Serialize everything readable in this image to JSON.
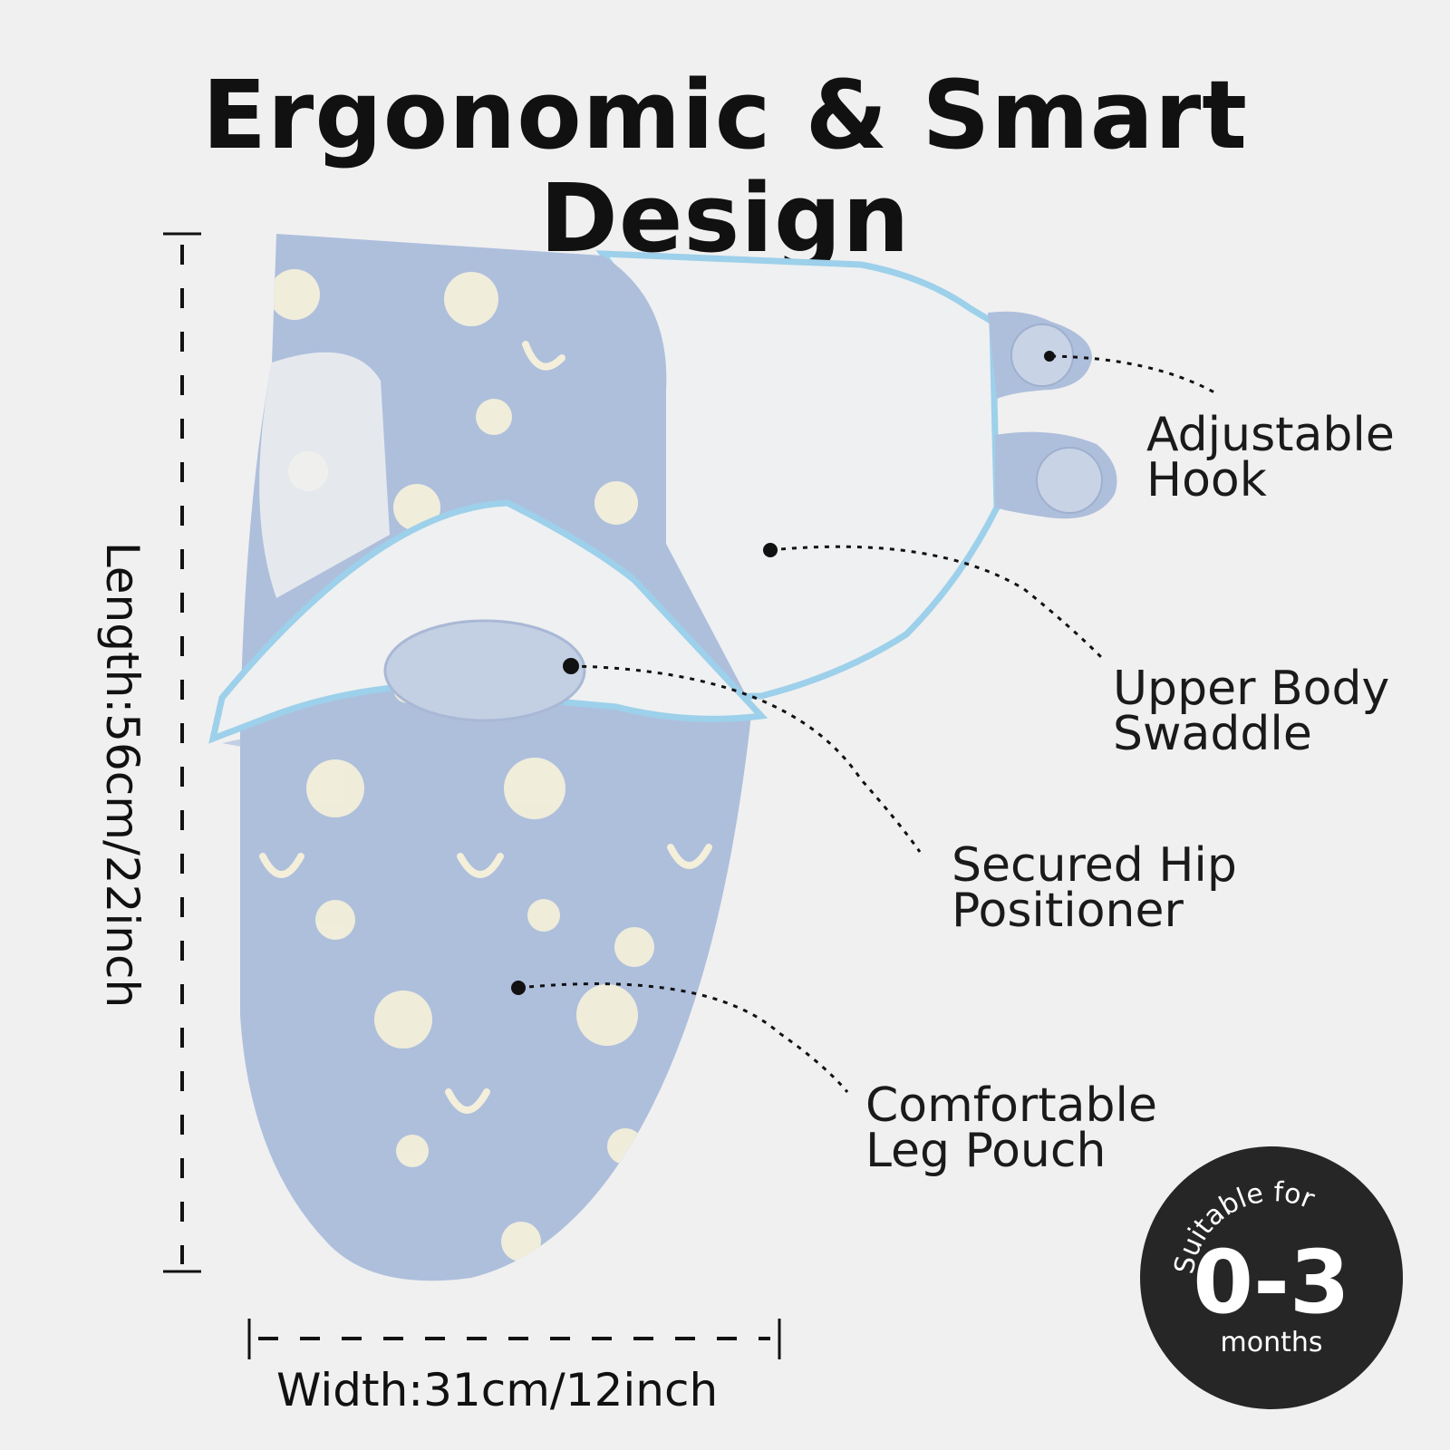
{
  "title": "Ergonomic & Smart Design",
  "features": [
    {
      "line1": "Adjustable",
      "line2": "Hook"
    },
    {
      "line1": "Upper Body",
      "line2": "Swaddle"
    },
    {
      "line1": "Secured Hip",
      "line2": "Positioner"
    },
    {
      "line1": "Comfortable",
      "line2": "Leg Pouch"
    }
  ],
  "dimensions": {
    "length": "Length:56cm/22inch",
    "width": "Width:31cm/12inch"
  },
  "badge": {
    "top_text": "Suitable for",
    "value": "0-3",
    "unit": "months"
  },
  "colors": {
    "background": "#f0f0f0",
    "fabric": "#aebfdc",
    "trim": "#9dd0ea",
    "lining": "#eef0f1",
    "pattern": "#f3efda",
    "badge": "#262626"
  }
}
